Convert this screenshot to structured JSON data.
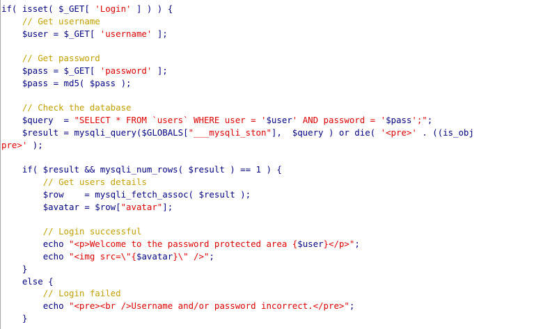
{
  "colors": {
    "background": "#ffffff",
    "keyword": "#000080",
    "variable": "#000080",
    "function": "#000080",
    "punctuation": "#000080",
    "string": "#dd0000",
    "comment": "#c0a000",
    "number": "#000080",
    "gutter": "#a8a8a8"
  },
  "code_lines": [
    [
      {
        "t": "if( isset( $_GET[ ",
        "c": "keyword"
      },
      {
        "t": "'Login'",
        "c": "string"
      },
      {
        "t": " ] ) ) {",
        "c": "keyword"
      }
    ],
    [
      {
        "t": "    "
      },
      {
        "t": "// Get username",
        "c": "comment"
      }
    ],
    [
      {
        "t": "    "
      },
      {
        "t": "$user = $_GET[ ",
        "c": "variable"
      },
      {
        "t": "'username'",
        "c": "string"
      },
      {
        "t": " ];",
        "c": "punctuation"
      }
    ],
    [],
    [
      {
        "t": "    "
      },
      {
        "t": "// Get password",
        "c": "comment"
      }
    ],
    [
      {
        "t": "    "
      },
      {
        "t": "$pass = $_GET[ ",
        "c": "variable"
      },
      {
        "t": "'password'",
        "c": "string"
      },
      {
        "t": " ];",
        "c": "punctuation"
      }
    ],
    [
      {
        "t": "    "
      },
      {
        "t": "$pass = md5( $pass );",
        "c": "variable"
      }
    ],
    [],
    [
      {
        "t": "    "
      },
      {
        "t": "// Check the database",
        "c": "comment"
      }
    ],
    [
      {
        "t": "    "
      },
      {
        "t": "$query  = ",
        "c": "variable"
      },
      {
        "t": "\"SELECT * FROM `users` WHERE user = '",
        "c": "string"
      },
      {
        "t": "$user",
        "c": "variable"
      },
      {
        "t": "' AND password = '",
        "c": "string"
      },
      {
        "t": "$pass",
        "c": "variable"
      },
      {
        "t": "';\"",
        "c": "string"
      },
      {
        "t": ";",
        "c": "punctuation"
      }
    ],
    [
      {
        "t": "    "
      },
      {
        "t": "$result = mysqli_query($GLOBALS[",
        "c": "variable"
      },
      {
        "t": "\"___mysqli_ston\"",
        "c": "string"
      },
      {
        "t": "],  $query ) or die( ",
        "c": "variable"
      },
      {
        "t": "'<pre>'",
        "c": "string"
      },
      {
        "t": " . ((is_obj",
        "c": "variable"
      }
    ],
    [
      {
        "t": "pre>'",
        "c": "string"
      },
      {
        "t": " );",
        "c": "punctuation"
      }
    ],
    [],
    [
      {
        "t": "    "
      },
      {
        "t": "if( $result && mysqli_num_rows( $result ) == ",
        "c": "keyword"
      },
      {
        "t": "1",
        "c": "number"
      },
      {
        "t": " ) {",
        "c": "keyword"
      }
    ],
    [
      {
        "t": "        "
      },
      {
        "t": "// Get users details",
        "c": "comment"
      }
    ],
    [
      {
        "t": "        "
      },
      {
        "t": "$row    = mysqli_fetch_assoc( $result );",
        "c": "variable"
      }
    ],
    [
      {
        "t": "        "
      },
      {
        "t": "$avatar = $row[",
        "c": "variable"
      },
      {
        "t": "\"avatar\"",
        "c": "string"
      },
      {
        "t": "];",
        "c": "punctuation"
      }
    ],
    [],
    [
      {
        "t": "        "
      },
      {
        "t": "// Login successful",
        "c": "comment"
      }
    ],
    [
      {
        "t": "        "
      },
      {
        "t": "echo ",
        "c": "keyword"
      },
      {
        "t": "\"<p>Welcome to the password protected area {",
        "c": "string"
      },
      {
        "t": "$user",
        "c": "variable"
      },
      {
        "t": "}</p>\"",
        "c": "string"
      },
      {
        "t": ";",
        "c": "punctuation"
      }
    ],
    [
      {
        "t": "        "
      },
      {
        "t": "echo ",
        "c": "keyword"
      },
      {
        "t": "\"<img src=\\\"{",
        "c": "string"
      },
      {
        "t": "$avatar",
        "c": "variable"
      },
      {
        "t": "}\\\" />\"",
        "c": "string"
      },
      {
        "t": ";",
        "c": "punctuation"
      }
    ],
    [
      {
        "t": "    "
      },
      {
        "t": "}",
        "c": "keyword"
      }
    ],
    [
      {
        "t": "    "
      },
      {
        "t": "else {",
        "c": "keyword"
      }
    ],
    [
      {
        "t": "        "
      },
      {
        "t": "// Login failed",
        "c": "comment"
      }
    ],
    [
      {
        "t": "        "
      },
      {
        "t": "echo ",
        "c": "keyword"
      },
      {
        "t": "\"<pre><br />Username and/or password incorrect.</pre>\"",
        "c": "string"
      },
      {
        "t": ";",
        "c": "punctuation"
      }
    ],
    [
      {
        "t": "    "
      },
      {
        "t": "}",
        "c": "keyword"
      }
    ]
  ]
}
